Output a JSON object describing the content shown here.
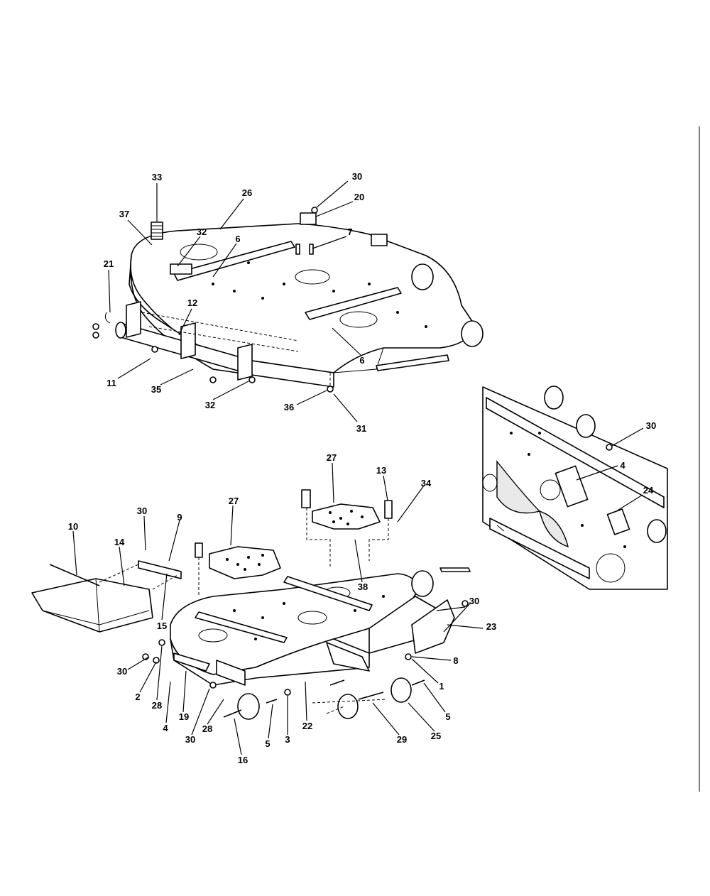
{
  "diagram": {
    "callouts_upper": [
      "33",
      "30",
      "20",
      "26",
      "37",
      "32",
      "6",
      "7",
      "21",
      "12",
      "11",
      "35",
      "32",
      "6",
      "36",
      "31"
    ],
    "callouts_lower": [
      "27",
      "13",
      "34",
      "30",
      "9",
      "27",
      "10",
      "14",
      "38",
      "15",
      "30",
      "23",
      "30",
      "8",
      "1",
      "2",
      "28",
      "5",
      "19",
      "4",
      "28",
      "30",
      "3",
      "5",
      "22",
      "29",
      "25",
      "16"
    ],
    "callouts_detail": [
      "30",
      "4",
      "24"
    ]
  },
  "colors": {
    "ink": "#000000",
    "paper": "#ffffff",
    "shade": "#e9e9e9"
  }
}
